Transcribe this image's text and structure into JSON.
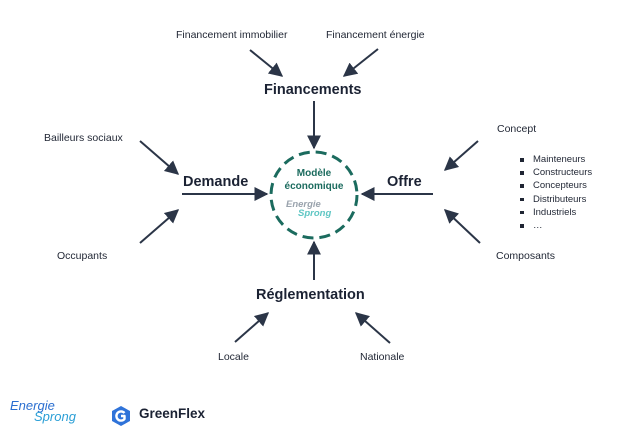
{
  "diagram": {
    "center": {
      "line1": "Modèle",
      "line2": "économique",
      "watermark_line1": "Energie",
      "watermark_line2": "Sprong"
    },
    "hubs": {
      "top": "Financements",
      "left": "Demande",
      "right": "Offre",
      "bottom": "Réglementation"
    },
    "inputs": {
      "top_left": "Financement immobilier",
      "top_right": "Financement énergie",
      "left_top": "Bailleurs sociaux",
      "left_bottom": "Occupants",
      "right_top": "Concept",
      "right_bottom": "Composants",
      "bottom_left": "Locale",
      "bottom_right": "Nationale"
    },
    "concept_items": [
      "Mainteneurs",
      "Constructeurs",
      "Concepteurs",
      "Distributeurs",
      "Industriels",
      "…"
    ]
  },
  "footer": {
    "logo1_line1": "Energie",
    "logo1_line2": "Sprong",
    "logo2_name": "GreenFlex"
  },
  "colors": {
    "arrow": "#2b3547",
    "circle_dash": "#1b6b5e",
    "text_dark": "#1f2533",
    "energie_blue": "#2b6fd0",
    "sprong_teal": "#2b9fd6",
    "greenflex_blue": "#2f73d9"
  }
}
